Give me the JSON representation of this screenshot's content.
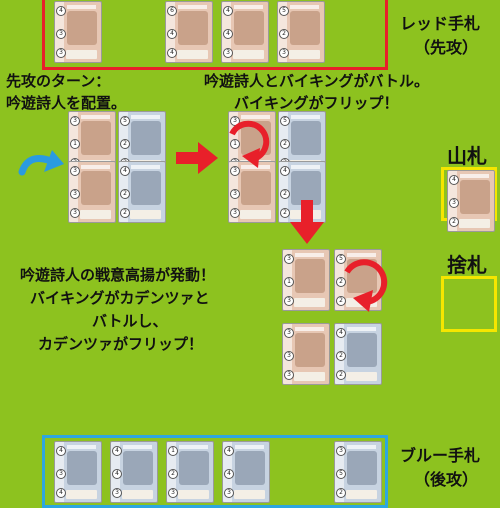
{
  "red_hand": {
    "label": "レッド手札",
    "sub": "（先攻）",
    "border_color": "#e8202a"
  },
  "blue_hand": {
    "label": "ブルー手札",
    "sub": "（後攻）",
    "border_color": "#2da6e0"
  },
  "deck_label": "山札",
  "discard_label": "捨札",
  "step1": {
    "line1": "先攻のターン：",
    "line2": "吟遊詩人を配置。"
  },
  "step2": {
    "line1": "吟遊詩人とバイキングがバトル。",
    "line2": "バイキングがフリップ！"
  },
  "step3": {
    "line1": "吟遊詩人の戦意高揚が発動！",
    "line2": "バイキングがカデンツァと",
    "line3": "バトルし、",
    "line4": "カデンツァがフリップ！"
  },
  "colors": {
    "background": "#8dc21f",
    "arrow": "#e8202a",
    "rotate_blue": "#2a9be0",
    "slot_yellow": "#f5e600"
  },
  "red_hand_cards": [
    {
      "nums": [
        "4",
        "3",
        "3"
      ]
    },
    {
      "nums": [
        "6",
        "4",
        "4"
      ]
    },
    {
      "nums": [
        "4",
        "4",
        "3"
      ]
    },
    {
      "nums": [
        "5",
        "2",
        "3"
      ]
    }
  ],
  "blue_hand_cards": [
    {
      "nums": [
        "4",
        "3",
        "4"
      ]
    },
    {
      "nums": [
        "4",
        "4",
        "3"
      ]
    },
    {
      "nums": [
        "1",
        "2",
        "3"
      ]
    },
    {
      "nums": [
        "4",
        "4",
        "3"
      ]
    },
    {
      "nums": [
        "3",
        "5",
        "2"
      ]
    }
  ],
  "board_cards": [
    {
      "nums": [
        "3",
        "1",
        "3"
      ]
    },
    {
      "nums": [
        "5",
        "2",
        "2"
      ]
    },
    {
      "nums": [
        "3",
        "3",
        "3"
      ]
    },
    {
      "nums": [
        "4",
        "2",
        "2"
      ]
    }
  ],
  "deck_card": {
    "nums": [
      "4",
      "3",
      "2"
    ]
  }
}
